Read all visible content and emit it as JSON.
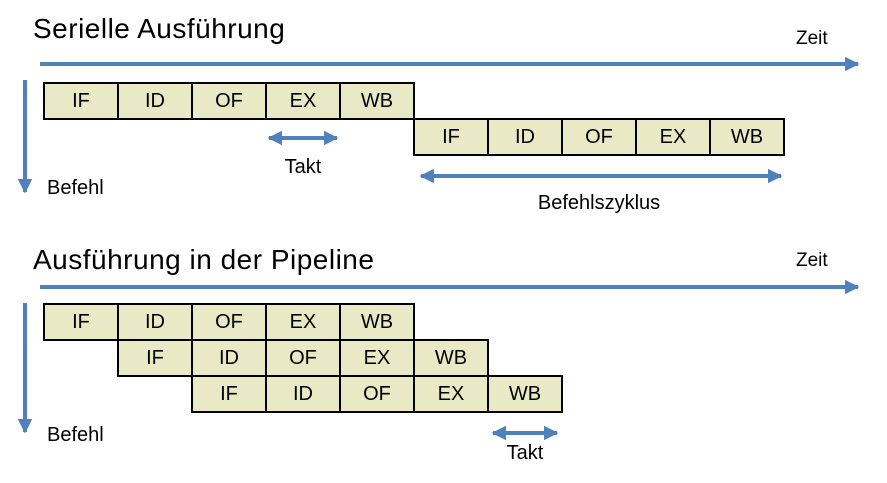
{
  "colors": {
    "box_fill": "#E9E9C6",
    "box_border": "#000000",
    "arrow_blue": "#4F81BD",
    "text": "#000000"
  },
  "serial_section": {
    "title": "Serielle Ausführung",
    "time_axis_label": "Zeit",
    "instruction_axis_label": "Befehl",
    "clock_label": "Takt",
    "instruction_cycle_label": "Befehlszyklus",
    "instructions": [
      {
        "stages": [
          "IF",
          "ID",
          "OF",
          "EX",
          "WB"
        ]
      },
      {
        "stages": [
          "IF",
          "ID",
          "OF",
          "EX",
          "WB"
        ]
      }
    ]
  },
  "pipeline_section": {
    "title": "Ausführung in der Pipeline",
    "time_axis_label": "Zeit",
    "instruction_axis_label": "Befehl",
    "clock_label": "Takt",
    "instructions": [
      {
        "stages": [
          "IF",
          "ID",
          "OF",
          "EX",
          "WB"
        ]
      },
      {
        "stages": [
          "IF",
          "ID",
          "OF",
          "EX",
          "WB"
        ]
      },
      {
        "stages": [
          "IF",
          "ID",
          "OF",
          "EX",
          "WB"
        ]
      }
    ]
  }
}
